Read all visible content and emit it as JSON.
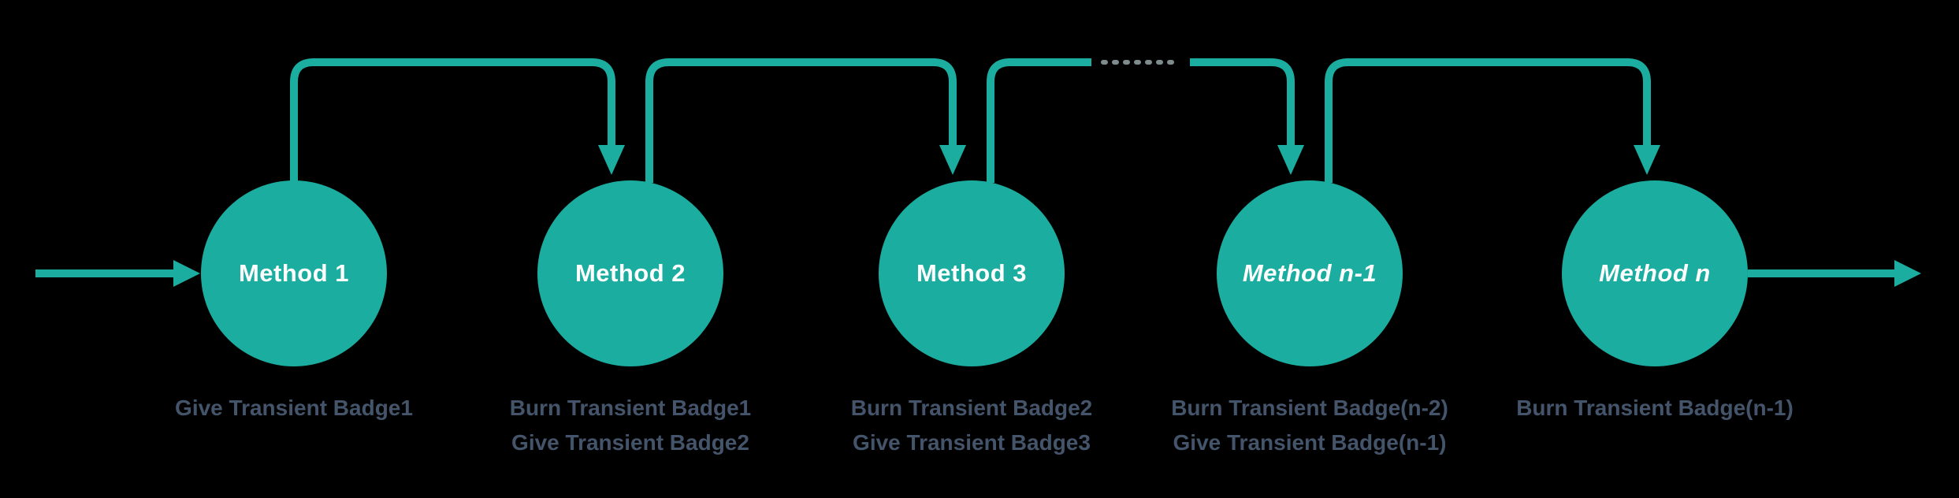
{
  "theme": {
    "background": "#000000",
    "accent": "#1bad9f",
    "caption_color": "#44546a",
    "node_text_color": "#ffffff",
    "dots_color": "#7f8c8d"
  },
  "diagram": {
    "nodes": [
      {
        "label": "Method 1",
        "captions": [
          "Give Transient Badge1"
        ]
      },
      {
        "label": "Method 2",
        "captions": [
          "Burn Transient Badge1",
          "Give Transient Badge2"
        ]
      },
      {
        "label": "Method 3",
        "captions": [
          "Burn Transient Badge2",
          "Give Transient Badge3"
        ]
      },
      {
        "label": "Method n-1",
        "captions": [
          "Burn Transient Badge(n-2)",
          "Give Transient Badge(n-1)"
        ]
      },
      {
        "label": "Method n",
        "captions": [
          "Burn Transient Badge(n-1)"
        ]
      }
    ]
  }
}
